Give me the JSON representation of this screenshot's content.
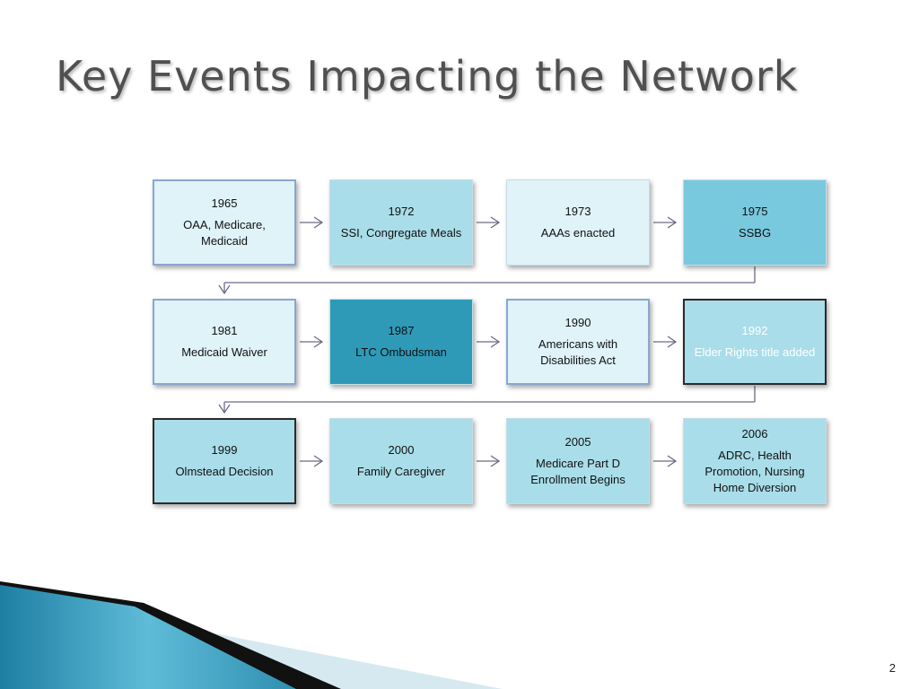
{
  "title": "Key Events Impacting the Network",
  "page_number": "2",
  "events": [
    {
      "year": "1965",
      "label": "OAA, Medicare, Medicaid"
    },
    {
      "year": "1972",
      "label": "SSI, Congregate Meals"
    },
    {
      "year": "1973",
      "label": "AAAs enacted"
    },
    {
      "year": "1975",
      "label": "SSBG"
    },
    {
      "year": "1981",
      "label": "Medicaid Waiver"
    },
    {
      "year": "1987",
      "label": "LTC Ombudsman"
    },
    {
      "year": "1990",
      "label": "Americans with Disabilities Act"
    },
    {
      "year": "1992",
      "label": "Elder Rights title added"
    },
    {
      "year": "1999",
      "label": "Olmstead Decision"
    },
    {
      "year": "2000",
      "label": "Family Caregiver"
    },
    {
      "year": "2005",
      "label": "Medicare Part D Enrollment Begins"
    },
    {
      "year": "2006",
      "label": "ADRC, Health Promotion, Nursing Home Diversion"
    }
  ],
  "colors": {
    "connector": "#6e6a88",
    "title": "#505050",
    "swoosh_blue": "#2f8eb0",
    "swoosh_light": "#cfe6f0"
  }
}
